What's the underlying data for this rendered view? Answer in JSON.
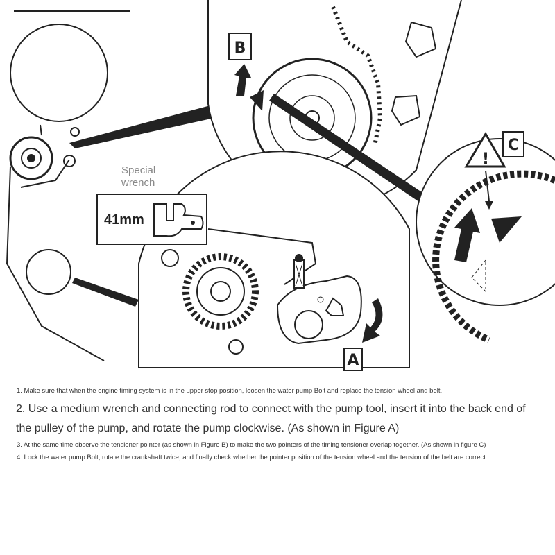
{
  "figure": {
    "labels": {
      "figure_a": "A",
      "figure_b": "B",
      "figure_c": "C"
    },
    "tool": {
      "caption": "Special wrench",
      "size": "41mm"
    }
  },
  "instructions": [
    "1. Make sure that when the engine timing system is in the upper stop position, loosen the water pump Bolt and replace the tension wheel and belt.",
    "2. Use a medium wrench and connecting rod to connect with the pump tool, insert it into the back end of the pulley of the pump, and rotate the pump clockwise. (As shown in Figure A)",
    "3. At the same time observe the tensioner pointer (as shown in Figure B) to make the two pointers of the timing tensioner overlap together. (As shown in figure C)",
    "4. Lock the water pump Bolt, rotate the crankshaft twice, and finally check whether the pointer position of the tension wheel and the tension of the belt are correct."
  ]
}
